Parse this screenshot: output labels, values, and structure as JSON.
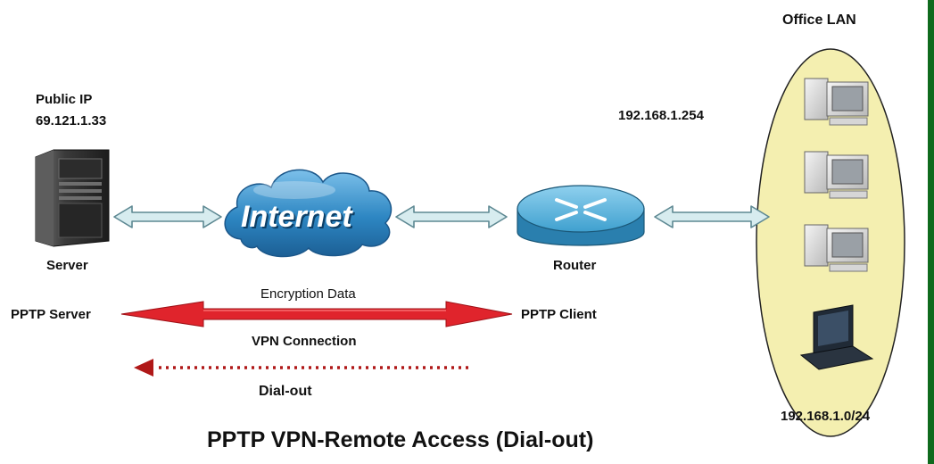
{
  "public_ip_label": "Public IP",
  "public_ip": "69.121.1.33",
  "server_label": "Server",
  "internet_label": "Internet",
  "router_ip": "192.168.1.254",
  "router_label": "Router",
  "office_lan_label": "Office LAN",
  "lan_subnet": "192.168.1.0/24",
  "encryption_label": "Encryption Data",
  "pptp_server_label": "PPTP Server",
  "pptp_client_label": "PPTP Client",
  "vpn_connection_label": "VPN Connection",
  "dialout_label": "Dial-out",
  "title": "PPTP VPN-Remote Access (Dial-out)",
  "colors": {
    "tunnel_arrow": "#e0242c",
    "dialout_arrow": "#b01818",
    "lan_ellipse_fill": "#f4efb0",
    "link_arrow_fill": "#d7ecef",
    "link_arrow_stroke": "#5d8892",
    "cloud": "#2d86c2",
    "router": "#3fa0cf",
    "border_accent": "#0f6a1d"
  }
}
